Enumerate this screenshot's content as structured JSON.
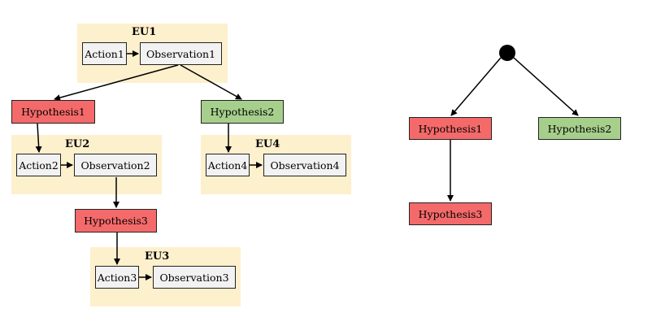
{
  "left_diagram": {
    "eu1": {
      "label": "EU1",
      "action": "Action1",
      "observation": "Observation1"
    },
    "eu2": {
      "label": "EU2",
      "action": "Action2",
      "observation": "Observation2"
    },
    "eu3": {
      "label": "EU3",
      "action": "Action3",
      "observation": "Observation3"
    },
    "eu4": {
      "label": "EU4",
      "action": "Action4",
      "observation": "Observation4"
    },
    "hypothesis1": "Hypothesis1",
    "hypothesis2": "Hypothesis2",
    "hypothesis3": "Hypothesis3"
  },
  "right_tree": {
    "hypothesis1": "Hypothesis1",
    "hypothesis2": "Hypothesis2",
    "hypothesis3": "Hypothesis3"
  },
  "colors": {
    "eu_background": "#fdf0cd",
    "failed_hypothesis": "#f46a6a",
    "confirmed_hypothesis": "#a7cf8c",
    "action_observation_box": "#f2f2f2"
  }
}
